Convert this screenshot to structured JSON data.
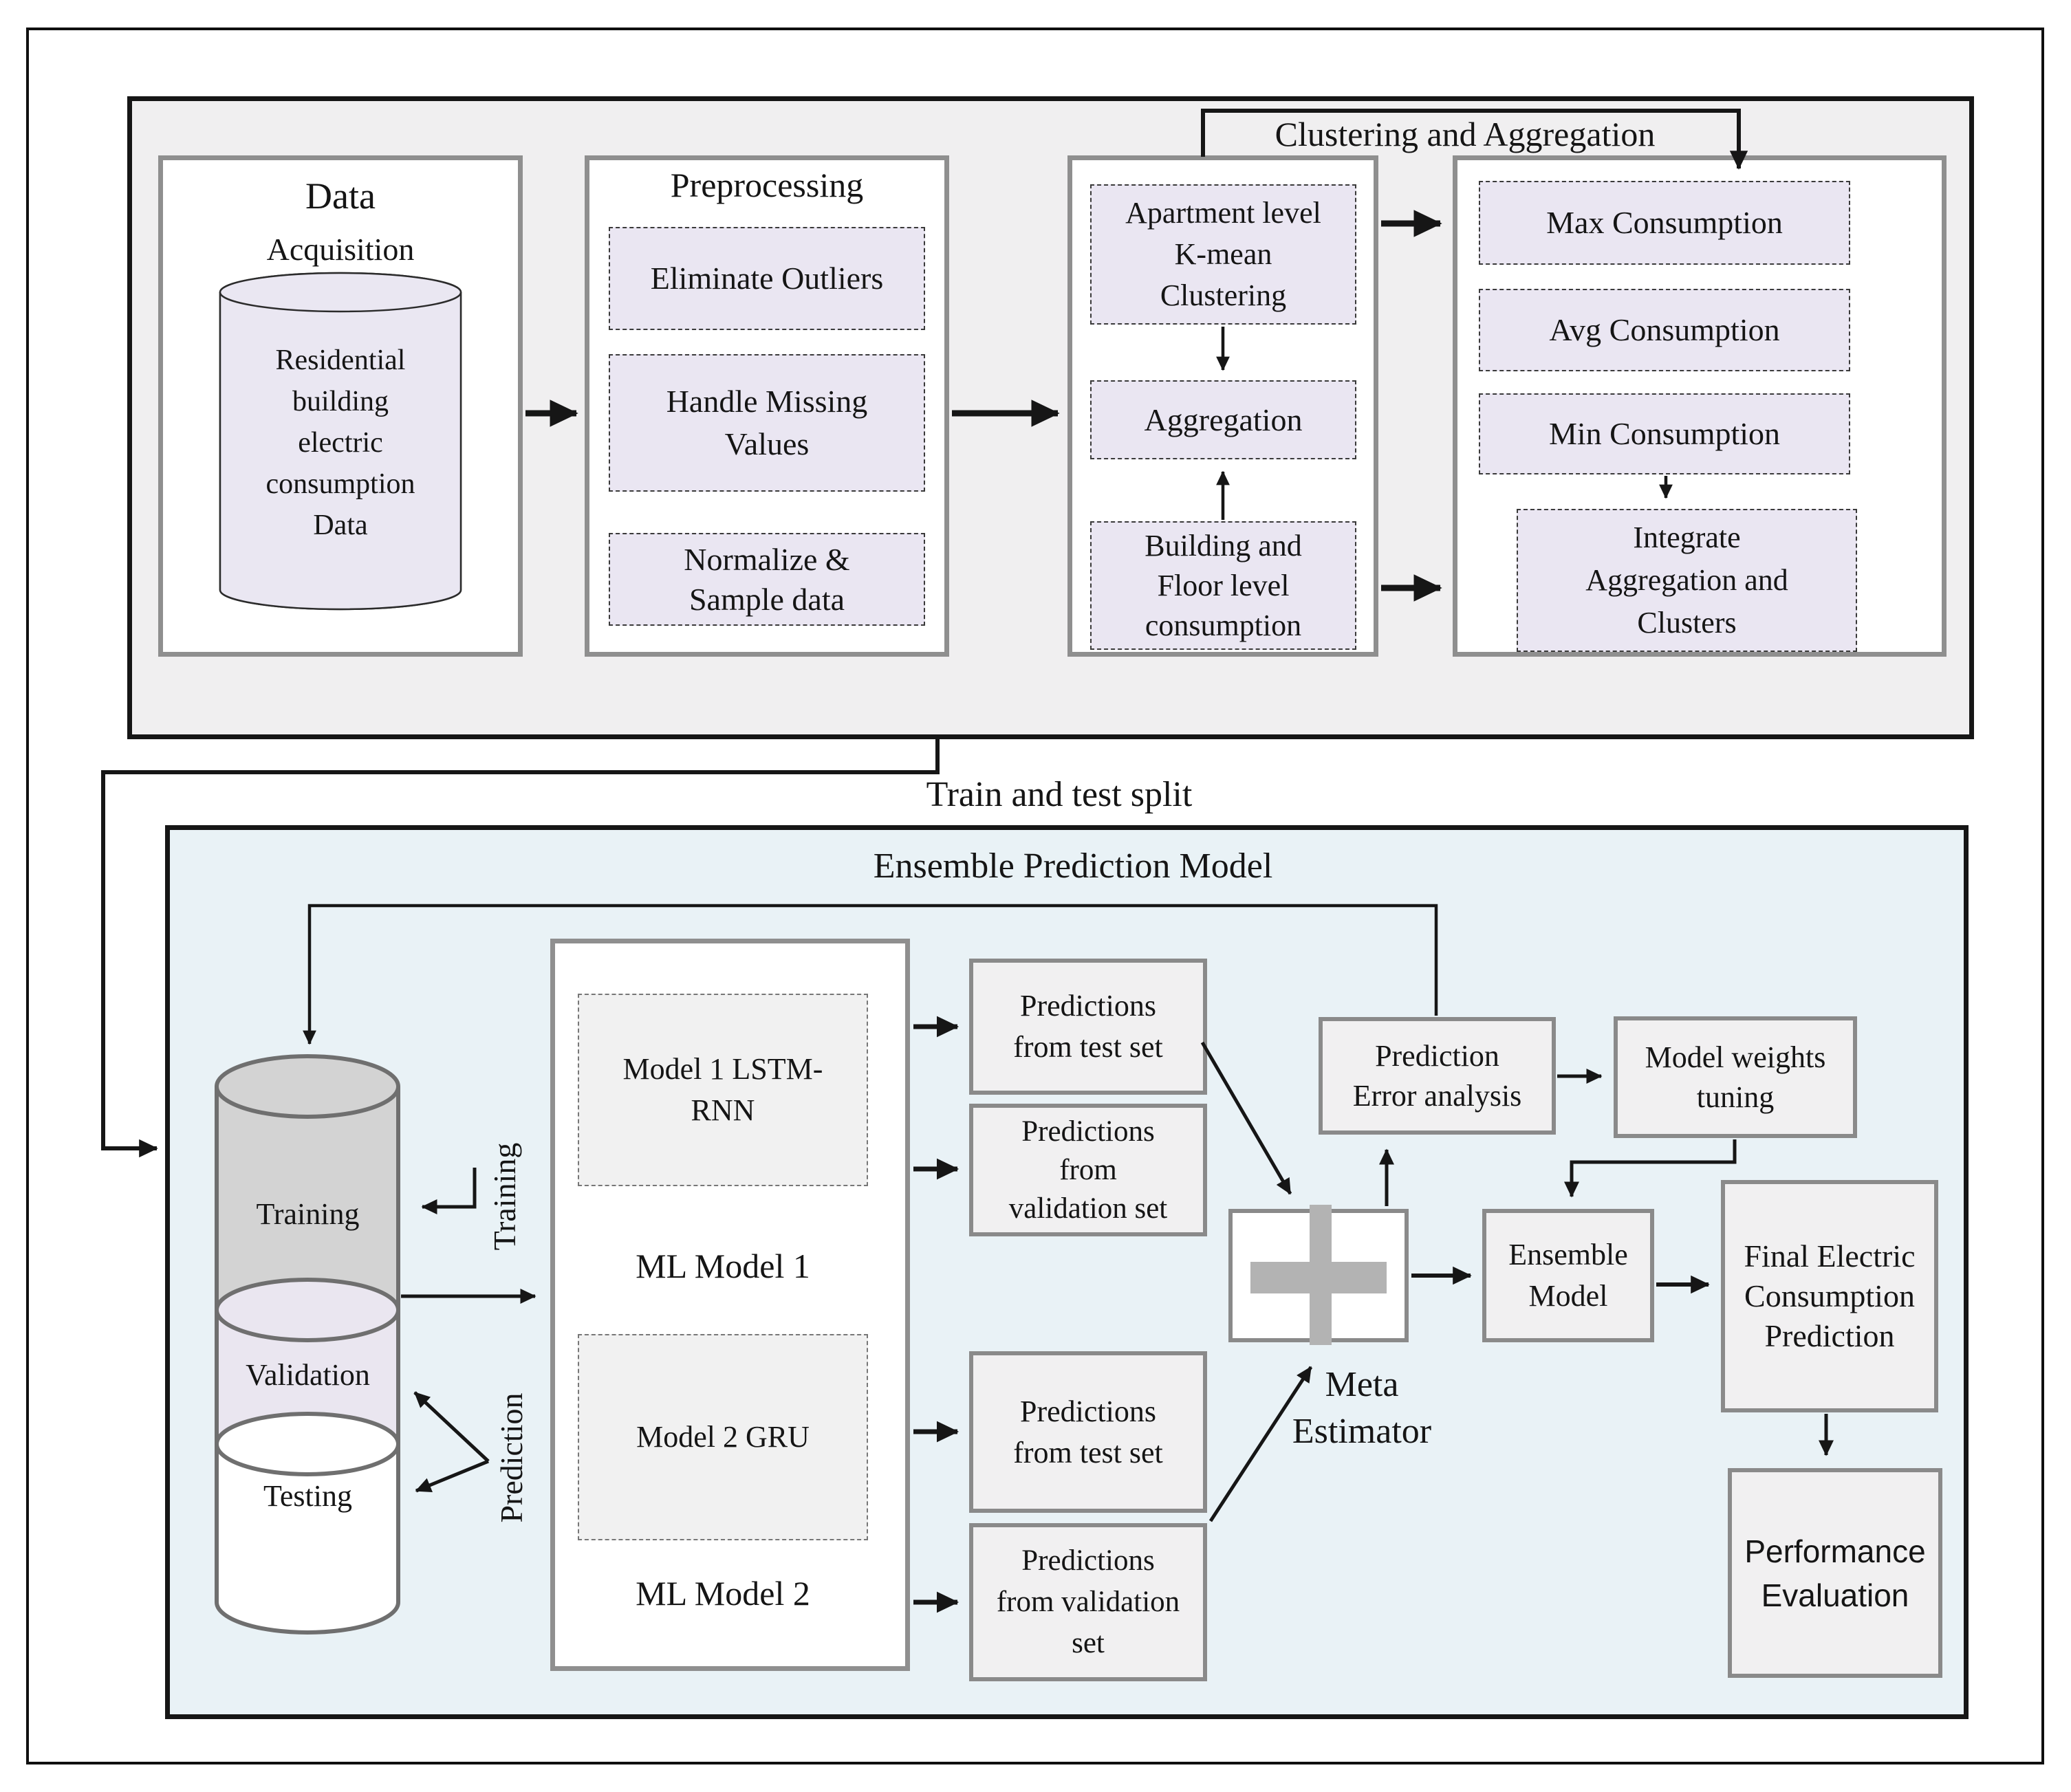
{
  "colors": {
    "top_section_bg": "#f0eff0",
    "ensemble_section_bg": "#e9f2f6",
    "lavender_box": "#eae6f2",
    "gray_box": "#f1f0f1",
    "box_border_gray": "#8a8a8a",
    "plus_gray": "#b3b3b3",
    "cylinder_training_fill": "#d3d3d3",
    "cylinder_validation_fill": "#eae6f0",
    "cylinder_testing_fill": "#ffffff"
  },
  "top": {
    "bracket_label": "Clustering and Aggregation",
    "col1": {
      "title1": "Data",
      "title2": "Acquisition",
      "cylinder": [
        "Residential",
        "building",
        "electric",
        "consumption",
        "Data"
      ]
    },
    "col2": {
      "title": "Preprocessing",
      "box1": "Eliminate Outliers",
      "box2": [
        "Handle Missing",
        "Values"
      ],
      "box3": [
        "Normalize &",
        "Sample data"
      ]
    },
    "col3": {
      "box1": [
        "Apartment level",
        "K-mean",
        "Clustering"
      ],
      "box2": "Aggregation",
      "box3": [
        "Building and",
        "Floor level",
        "consumption"
      ]
    },
    "col4": {
      "box1": "Max Consumption",
      "box2": "Avg Consumption",
      "box3": "Min Consumption",
      "box4": [
        "Integrate",
        "Aggregation and",
        "Clusters"
      ]
    }
  },
  "split_label": "Train and test split",
  "ensemble": {
    "title": "Ensemble Prediction Model",
    "cylinder": {
      "training": "Training",
      "validation": "Validation",
      "testing": "Testing"
    },
    "training_label": "Training",
    "prediction_label": "Prediction",
    "ml1": {
      "model": [
        "Model 1 LSTM-",
        "RNN"
      ],
      "label": "ML Model 1"
    },
    "ml2": {
      "model": "Model 2 GRU",
      "label": "ML Model 2"
    },
    "pred": {
      "p1": [
        "Predictions",
        "from test set"
      ],
      "p2": [
        "Predictions",
        "from",
        "validation set"
      ],
      "p3": [
        "Predictions",
        "from test set"
      ],
      "p4": [
        "Predictions",
        "from validation",
        "set"
      ]
    },
    "meta": [
      "Meta",
      "Estimator"
    ],
    "error_box": [
      "Prediction",
      "Error analysis"
    ],
    "weights_box": [
      "Model weights",
      "tuning"
    ],
    "model_box": [
      "Ensemble",
      "Model"
    ],
    "final_box": [
      "Final Electric",
      "Consumption",
      "Prediction"
    ],
    "perf_box": [
      "Performance",
      "Evaluation"
    ]
  }
}
